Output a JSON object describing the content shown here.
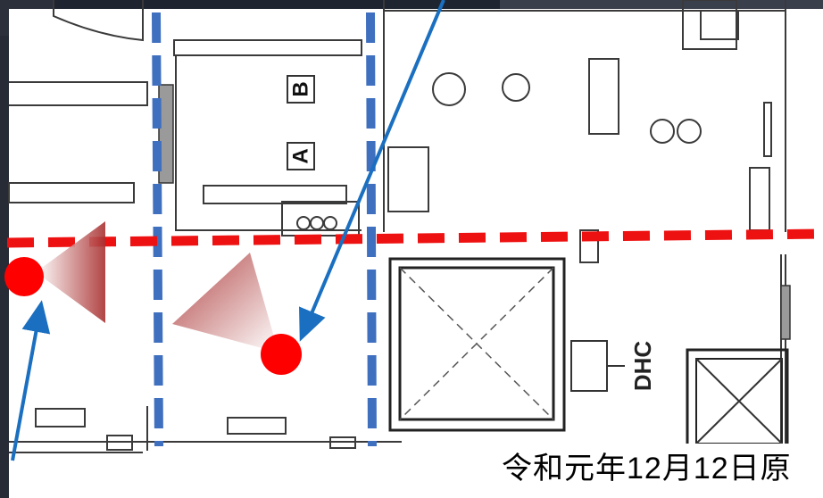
{
  "plan": {
    "labels": {
      "room_b": "B",
      "room_a": "A",
      "dhc": "DHC"
    },
    "caption": "令和元年12月12日原"
  },
  "colors": {
    "line": "#3a3a3a",
    "partition_blue": "#3f6fbf",
    "arrow_blue": "#1a6fc0",
    "boundary_red": "#ee1111",
    "camera_red": "#ff0000",
    "photo_dark": "#1e2430"
  }
}
